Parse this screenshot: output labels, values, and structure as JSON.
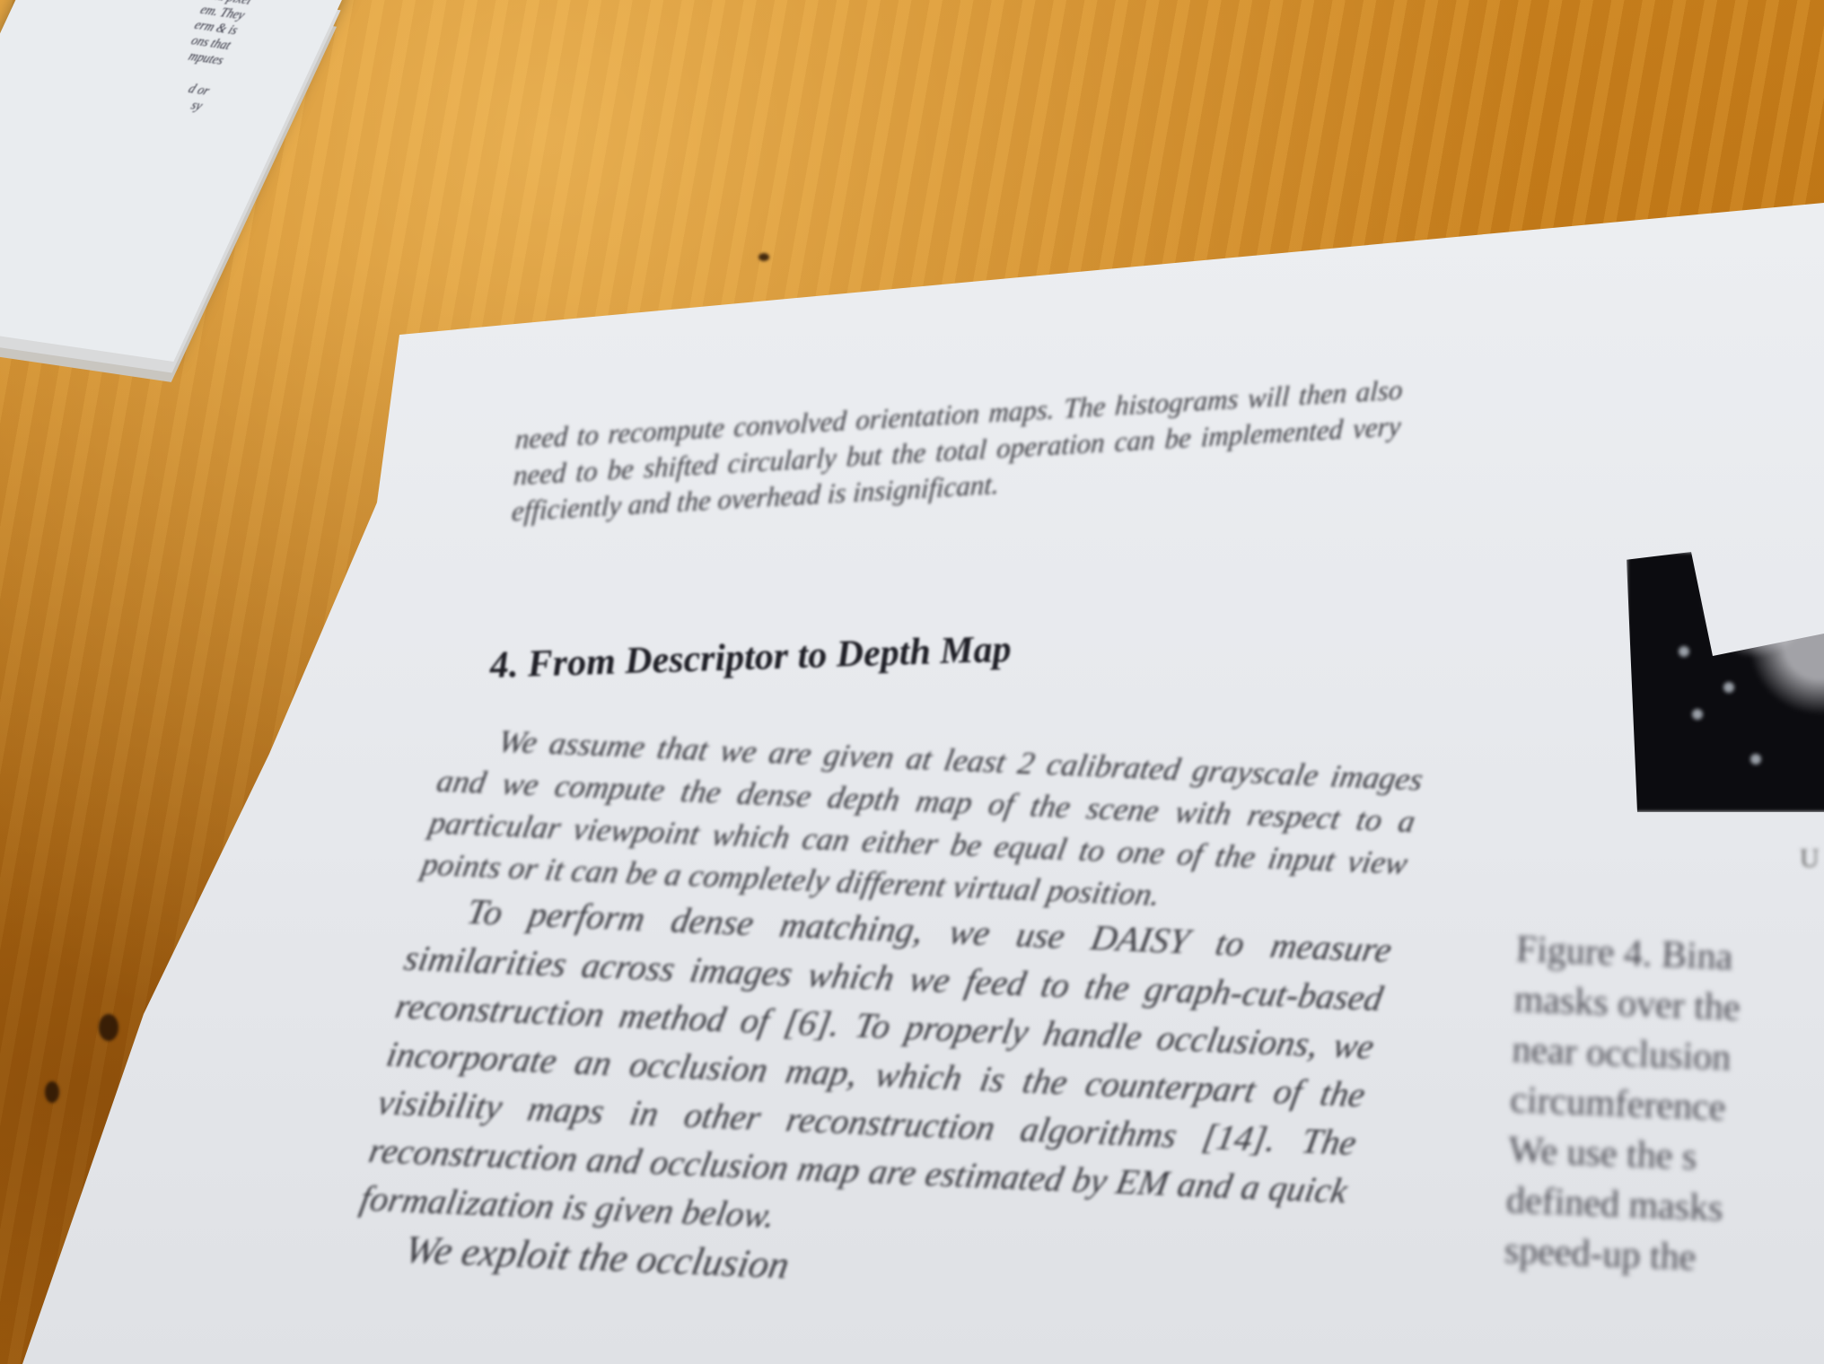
{
  "paper_stack": {
    "text": "C' and pixel\nem. They\nerm & is\nons that\nmputes\n\nd or\nsy"
  },
  "page": {
    "intro_paragraph": "need to recompute convolved orientation maps. The histograms will then also need to be shifted circularly but the total operation can be implemented very efficiently and the overhead is insignificant.",
    "section_heading": "4. From Descriptor to Depth Map",
    "paragraphs": [
      "We assume that we are given at least 2 calibrated grayscale images and we compute the dense depth map of the scene with respect to a particular viewpoint which can either be equal to one of the input view points or it can be a completely different virtual position.",
      "To perform dense matching, we use DAISY to measure similarities across images which we feed to the graph-cut-based reconstruction method of [6]. To properly handle occlusions, we incorporate an occlusion map, which is the counterpart of the visibility maps in other reconstruction algorithms [14]. The reconstruction and occlusion map are estimated by EM and a quick formalization is given below.",
      "We exploit the occlusion"
    ]
  },
  "figure": {
    "label_fragment": "U",
    "caption_fragment": "Figure 4. Bina\nmasks over the\nnear occlusion\ncircumference\nWe use the s\ndefined masks\nspeed-up the"
  }
}
